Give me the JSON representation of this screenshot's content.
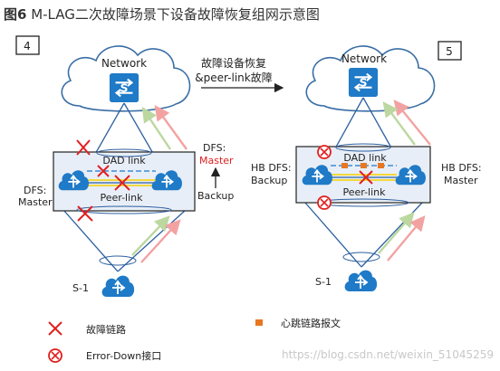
{
  "figure": {
    "title_bold": "图6",
    "title_rest": " M-LAG二次故障场景下设备故障恢复组网示意图"
  },
  "scenarios": {
    "left_step": "4",
    "right_step": "5"
  },
  "transition": {
    "line1": "故障设备恢复",
    "line2": "&peer-link故障"
  },
  "nodes": {
    "network": "Network",
    "access": "S-1"
  },
  "links": {
    "dad": "DAD link",
    "peer": "Peer-link"
  },
  "left": {
    "dfs_left": "DFS:",
    "dfs_left_role": "Master",
    "dfs_right": "DFS:",
    "dfs_right_role": "Master",
    "backup": "Backup"
  },
  "right": {
    "dfs_left": "HB DFS:",
    "dfs_left_role": "Backup",
    "dfs_right": "HB DFS:",
    "dfs_right_role": "Master"
  },
  "legend": {
    "fault_link": "故障链路",
    "error_down": "Error-Down接口",
    "heartbeat": "心跳链路报文"
  },
  "watermark": "https://blog.csdn.net/weixin_51045259",
  "colors": {
    "cloud_stroke": "#3a6ea5",
    "device_blue": "#1f7ac7",
    "fault_red": "#e02020",
    "heartbeat_orange": "#e87722",
    "peer_yellow": "#f5d000",
    "arrow_red": "#f3a2a2",
    "arrow_green": "#bcd8a0",
    "dad_blue": "#3b8bd6",
    "box_fill": "#e8eef7"
  }
}
